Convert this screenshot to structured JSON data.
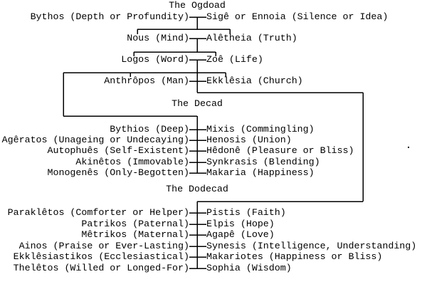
{
  "diagram": {
    "background_color": "#ffffff",
    "text_color": "#000000",
    "line_color": "#000000",
    "sections": {
      "ogdoad": {
        "title": "The Ogdoad",
        "couples": [
          {
            "left": "Bythos (Depth or Profundity)",
            "right": "Sigê or Ennoia (Silence or Idea)"
          },
          {
            "left": "Nous (Mind)",
            "right": "Alêtheia (Truth)"
          },
          {
            "left": "Logos (Word)",
            "right": "Zoê (Life)"
          },
          {
            "left": "Anthrôpos (Man)",
            "right": "Ekklêsia (Church)"
          }
        ]
      },
      "decad": {
        "title": "The Decad",
        "couples": [
          {
            "left": "Bythios (Deep)",
            "right": "Mixis (Commingling)"
          },
          {
            "left": "Agêratos (Unageing or Undecaying)",
            "right": "Henosis (Union)"
          },
          {
            "left": "Autophuês (Self-Existent)",
            "right": "Hêdonê (Pleasure or Bliss)"
          },
          {
            "left": "Akinêtos (Immovable)",
            "right": "Synkrasis (Blending)"
          },
          {
            "left": "Monogenês (Only-Begotten)",
            "right": "Makaria (Happiness)"
          }
        ]
      },
      "dodecad": {
        "title": "The Dodecad",
        "couples": [
          {
            "left": "Paraklêtos (Comforter or Helper)",
            "right": "Pistis (Faith)"
          },
          {
            "left": "Patrikos (Paternal)",
            "right": "Elpis (Hope)"
          },
          {
            "left": "Mêtrikos (Maternal)",
            "right": "Agapê (Love)"
          },
          {
            "left": "Ainos (Praise or Ever-Lasting)",
            "right": "Synesis (Intelligence, Understanding)"
          },
          {
            "left": "Ekklêsiastikos (Ecclesiastical)",
            "right": "Makariotes (Happiness or Bliss)"
          },
          {
            "left": "Thelêtos (Willed or Longed-For)",
            "right": "Sophia (Wisdom)"
          }
        ]
      }
    }
  }
}
